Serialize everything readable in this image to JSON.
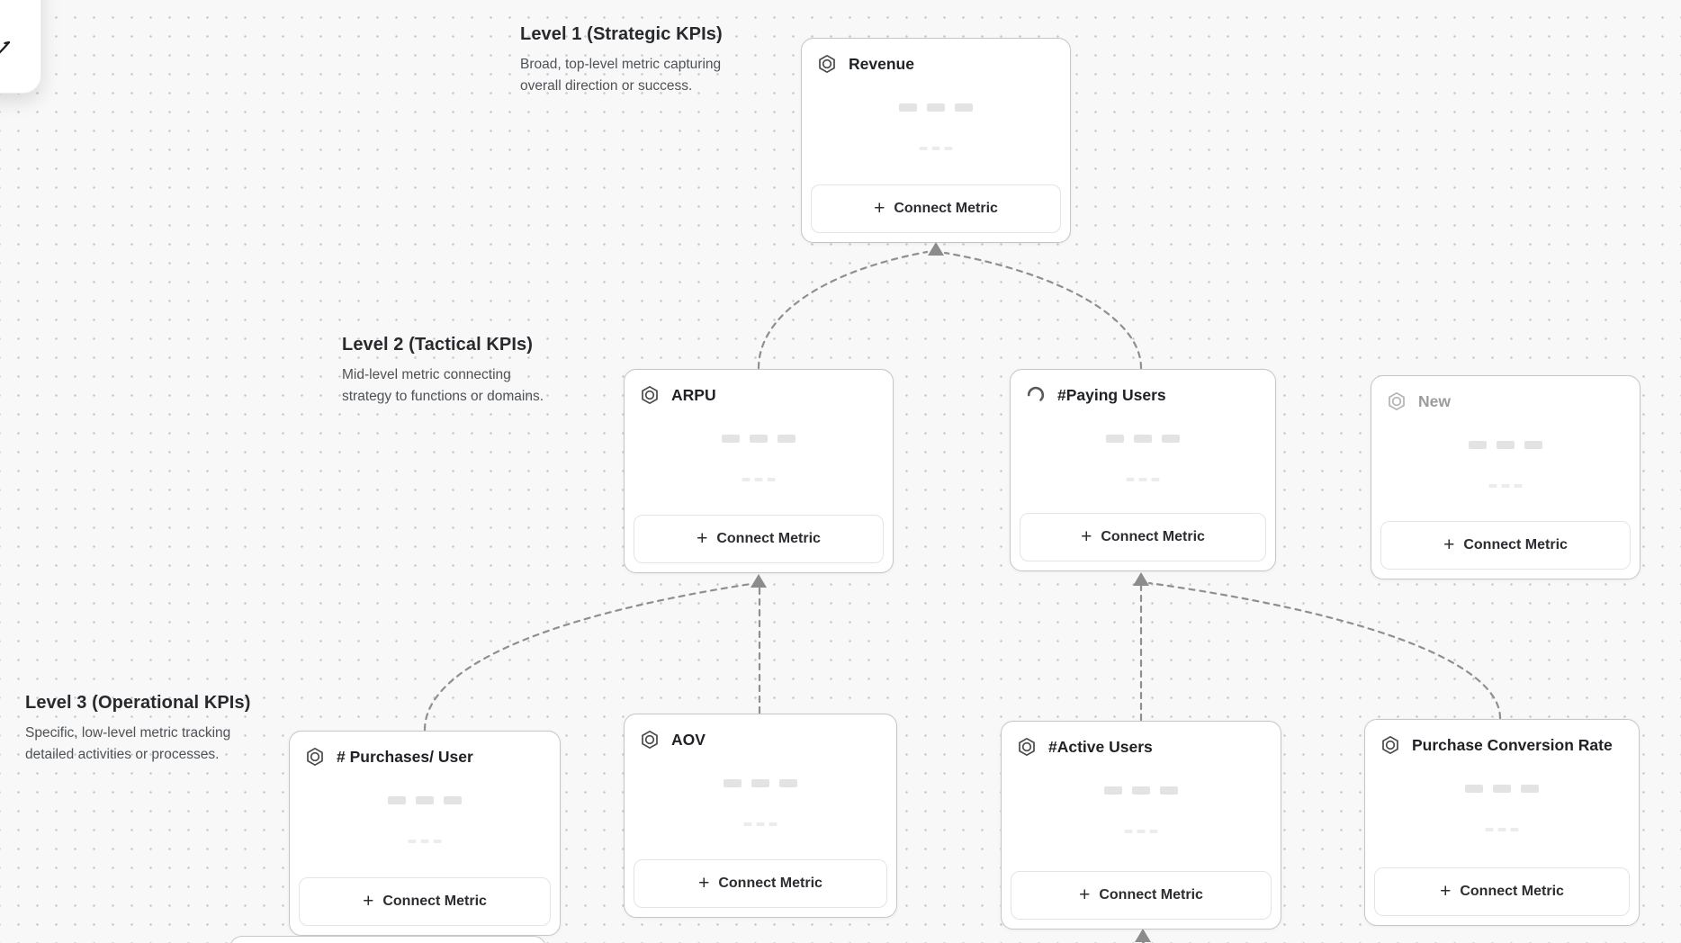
{
  "canvas": {
    "background": "#f8f8f8",
    "dot_color": "#c9c9c9",
    "edge_color": "#8f8f8f",
    "card_border": "#c6c6c6"
  },
  "levels": [
    {
      "title": "Level 1 (Strategic KPIs)",
      "description": "Broad, top-level metric capturing\noverall direction or success."
    },
    {
      "title": "Level 2 (Tactical KPIs)",
      "description": "Mid-level metric connecting\nstrategy to functions or domains."
    },
    {
      "title": "Level 3 (Operational KPIs)",
      "description": "Specific, low-level metric tracking\ndetailed activities or processes."
    }
  ],
  "cards": [
    {
      "title": "Revenue",
      "icon": "hexagon-metric-icon",
      "state": "default",
      "connect_label": "Connect Metric",
      "plus": "+"
    },
    {
      "title": "ARPU",
      "icon": "hexagon-metric-icon",
      "state": "default",
      "connect_label": "Connect Metric",
      "plus": "+"
    },
    {
      "title": "#Paying Users",
      "icon": "spinner-icon",
      "state": "loading",
      "connect_label": "Connect Metric",
      "plus": "+"
    },
    {
      "title": "New",
      "icon": "hexagon-metric-icon",
      "state": "new-unsaved",
      "connect_label": "Connect Metric",
      "plus": "+"
    },
    {
      "title": "# Purchases/ User",
      "icon": "hexagon-metric-icon",
      "state": "default",
      "connect_label": "Connect Metric",
      "plus": "+"
    },
    {
      "title": "AOV",
      "icon": "hexagon-metric-icon",
      "state": "default",
      "connect_label": "Connect Metric",
      "plus": "+"
    },
    {
      "title": "#Active Users",
      "icon": "hexagon-metric-icon",
      "state": "default",
      "connect_label": "Connect Metric",
      "plus": "+"
    },
    {
      "title": "Purchase Conversion Rate",
      "icon": "hexagon-metric-icon",
      "state": "default",
      "connect_label": "Connect Metric",
      "plus": "+"
    }
  ],
  "edges": [
    {
      "from": "ARPU",
      "to": "Revenue"
    },
    {
      "from": "#Paying Users",
      "to": "Revenue"
    },
    {
      "from": "# Purchases/ User",
      "to": "ARPU"
    },
    {
      "from": "AOV",
      "to": "ARPU"
    },
    {
      "from": "#Active Users",
      "to": "#Paying Users"
    },
    {
      "from": "Purchase Conversion Rate",
      "to": "#Paying Users"
    },
    {
      "from": "offscreen-below",
      "to": "#Active Users"
    }
  ]
}
